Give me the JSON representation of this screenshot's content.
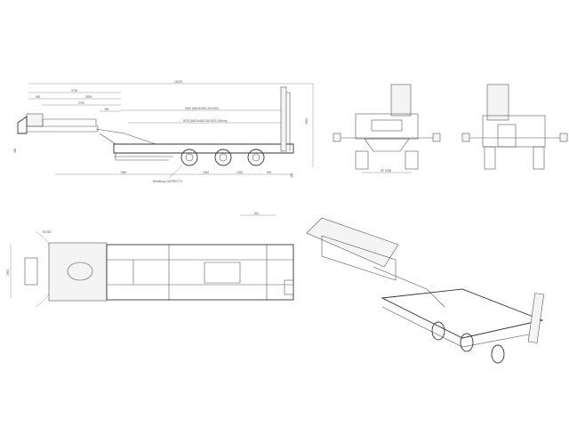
{
  "side_view": {
    "dims": {
      "overall_length": "16225",
      "gooseneck_length": "3736",
      "front_overhang": "918",
      "kingpin_to_step": "2639",
      "upper_deck": "2730",
      "step": "780",
      "deck_length_1": "9300 (500-5x300-300-300)",
      "deck_length_2": "8700 (500-5x300-300-300-200mm)",
      "kingpin_to_axle": "7386",
      "axle_spacing_1": "1360",
      "axle_spacing_2": "1360",
      "rear_overhang": "900",
      "height": "3355",
      "deck_height": "960",
      "ground_clearance": "450"
    },
    "tyre_note": "Bereifung 215/75R17.5"
  },
  "front_view": {
    "track": "SP 2035"
  },
  "top_view": {
    "width": "2550",
    "ramp_width": "810",
    "swing_radius": "R2050"
  }
}
